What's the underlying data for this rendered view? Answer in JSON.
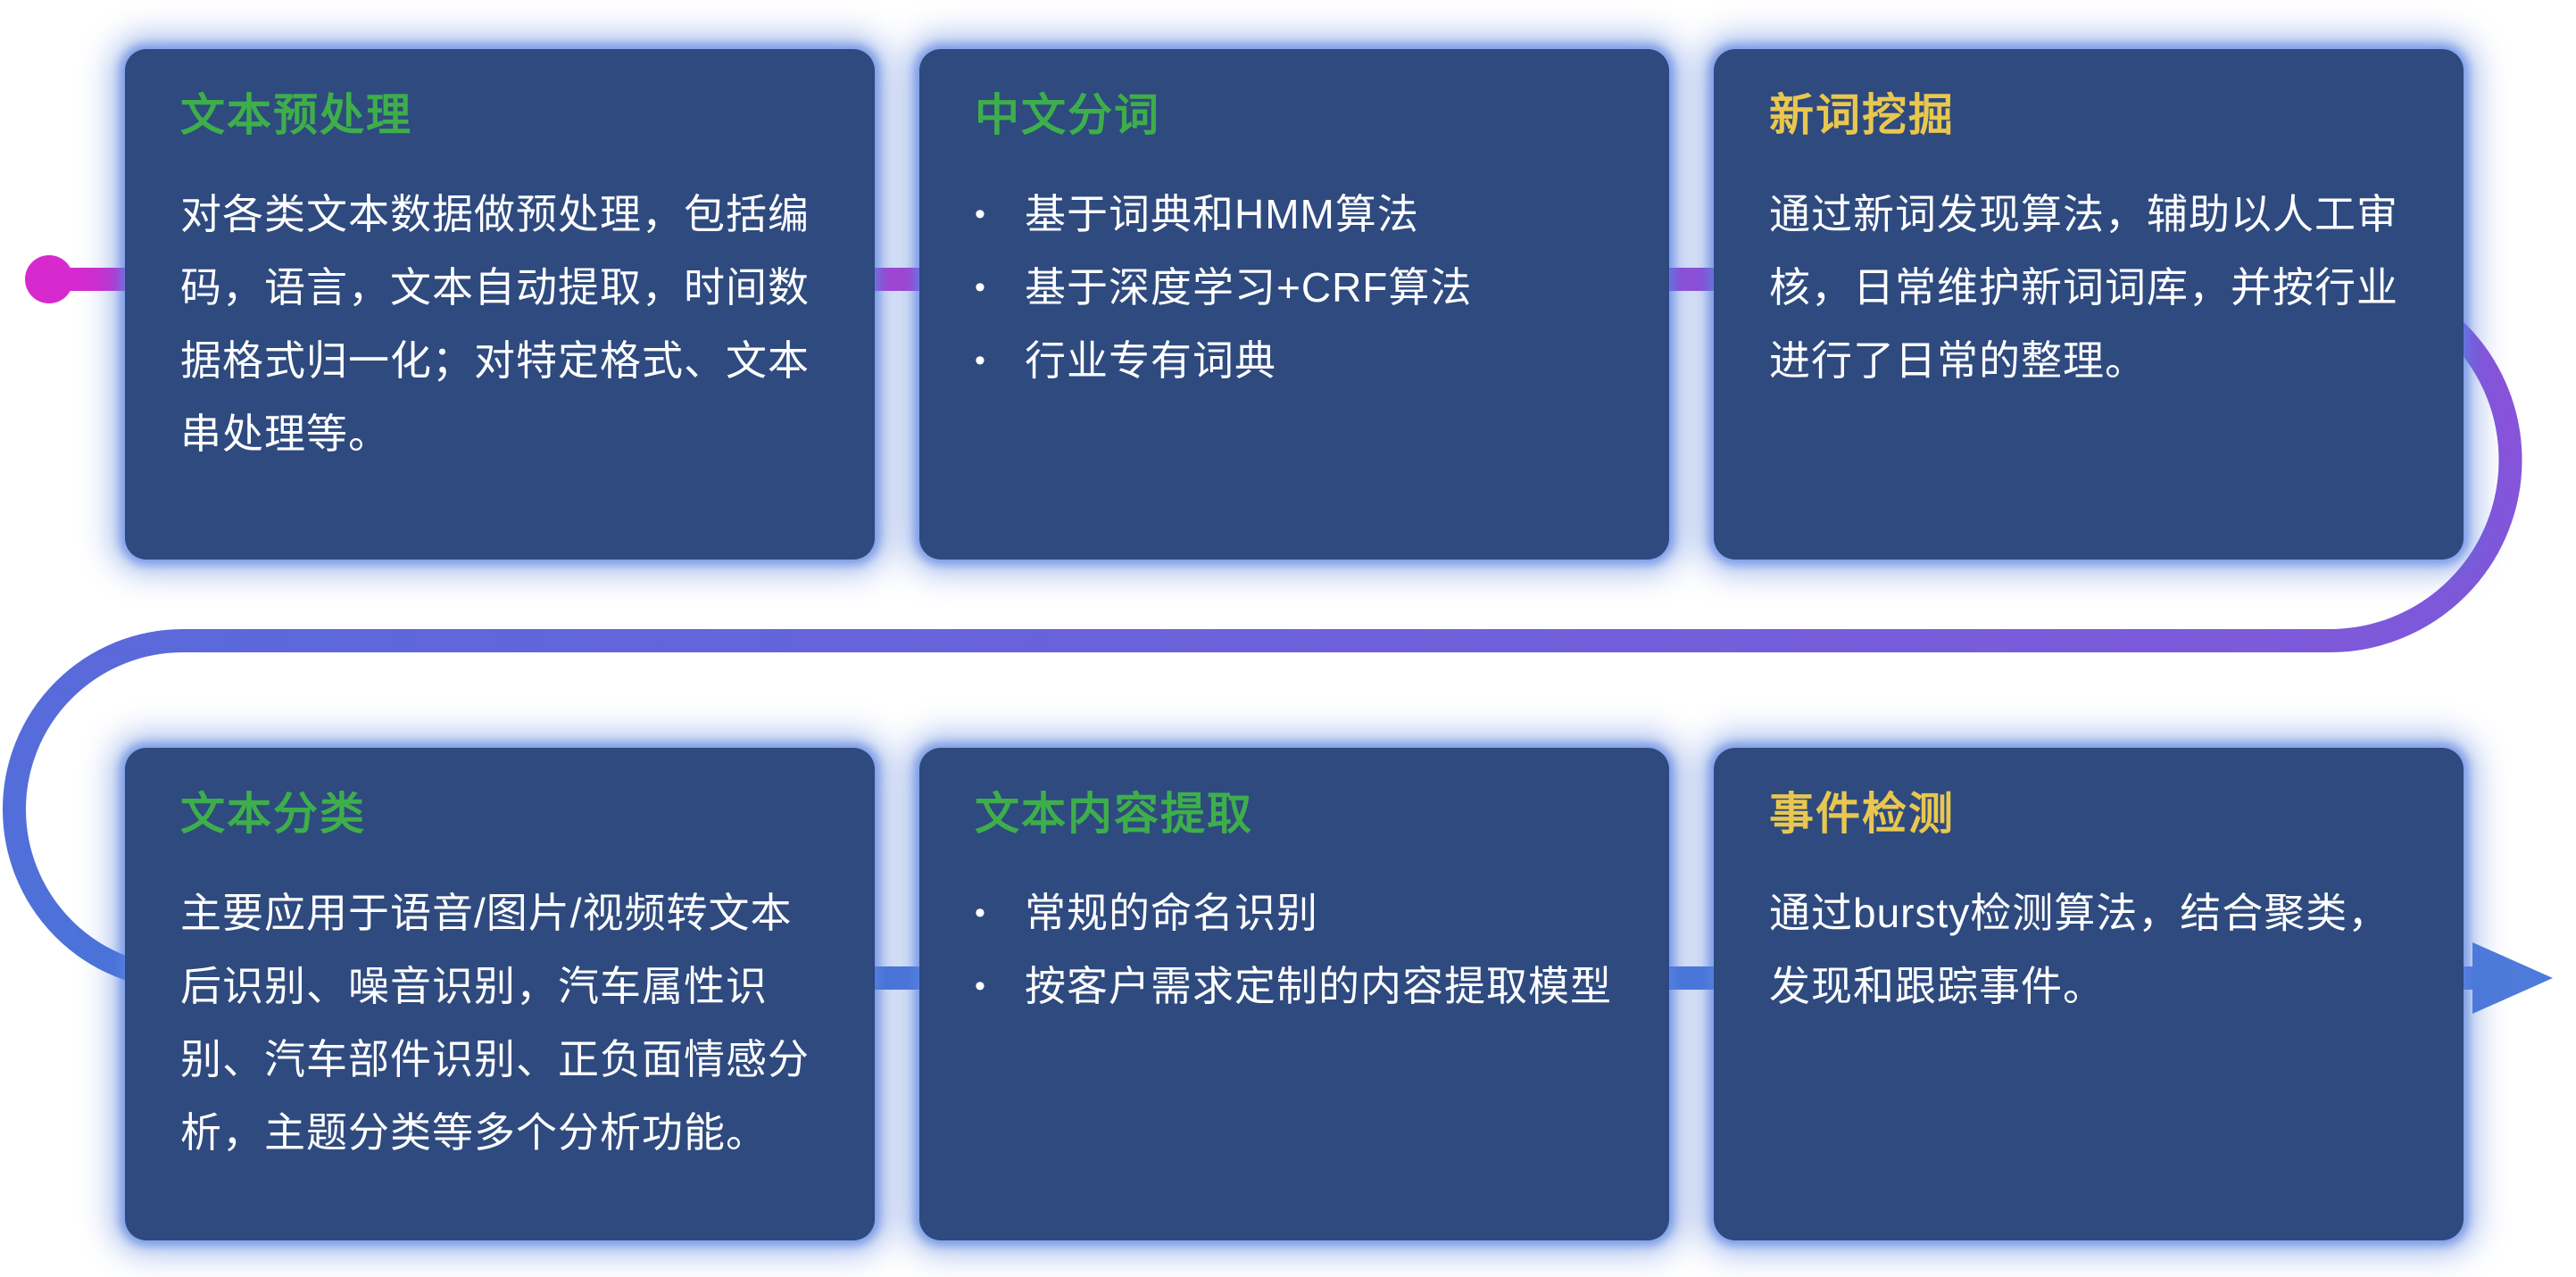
{
  "icons": {
    "bullet": "•"
  },
  "colors": {
    "page_background": "#ffffff",
    "card_background": "#2e4a7f",
    "card_glow": "#4a75d9",
    "title_green": "#3eae4b",
    "title_yellow": "#e9c74f",
    "body_text": "#ffffff"
  },
  "flow": {
    "colors": {
      "magenta": "#d62ace",
      "purple": "#8f50d9",
      "violet": "#7d59da",
      "blue_violet": "#5b69da",
      "blue": "#4b73d9",
      "arrow_blue": "#4e7bda"
    }
  },
  "cards": [
    {
      "id": "text-preprocessing",
      "title": "文本预处理",
      "body": "对各类文本数据做预处理，包括编码，语言，文本自动提取，时间数据格式归一化；对特定格式、文本串处理等。"
    },
    {
      "id": "chinese-word-segmentation",
      "title": "中文分词",
      "bullets": [
        "基于词典和HMM算法",
        "基于深度学习+CRF算法",
        "行业专有词典"
      ]
    },
    {
      "id": "new-word-mining",
      "title": "新词挖掘",
      "body": "通过新词发现算法，辅助以人工审核，日常维护新词词库，并按行业进行了日常的整理。"
    },
    {
      "id": "text-classification",
      "title": "文本分类",
      "body": "主要应用于语音/图片/视频转文本后识别、噪音识别，汽车属性识别、汽车部件识别、正负面情感分析，主题分类等多个分析功能。"
    },
    {
      "id": "text-content-extraction",
      "title": "文本内容提取",
      "bullets": [
        "常规的命名识别",
        "按客户需求定制的内容提取模型"
      ]
    },
    {
      "id": "event-detection",
      "title": "事件检测",
      "body": "通过bursty检测算法，结合聚类，发现和跟踪事件。"
    }
  ]
}
